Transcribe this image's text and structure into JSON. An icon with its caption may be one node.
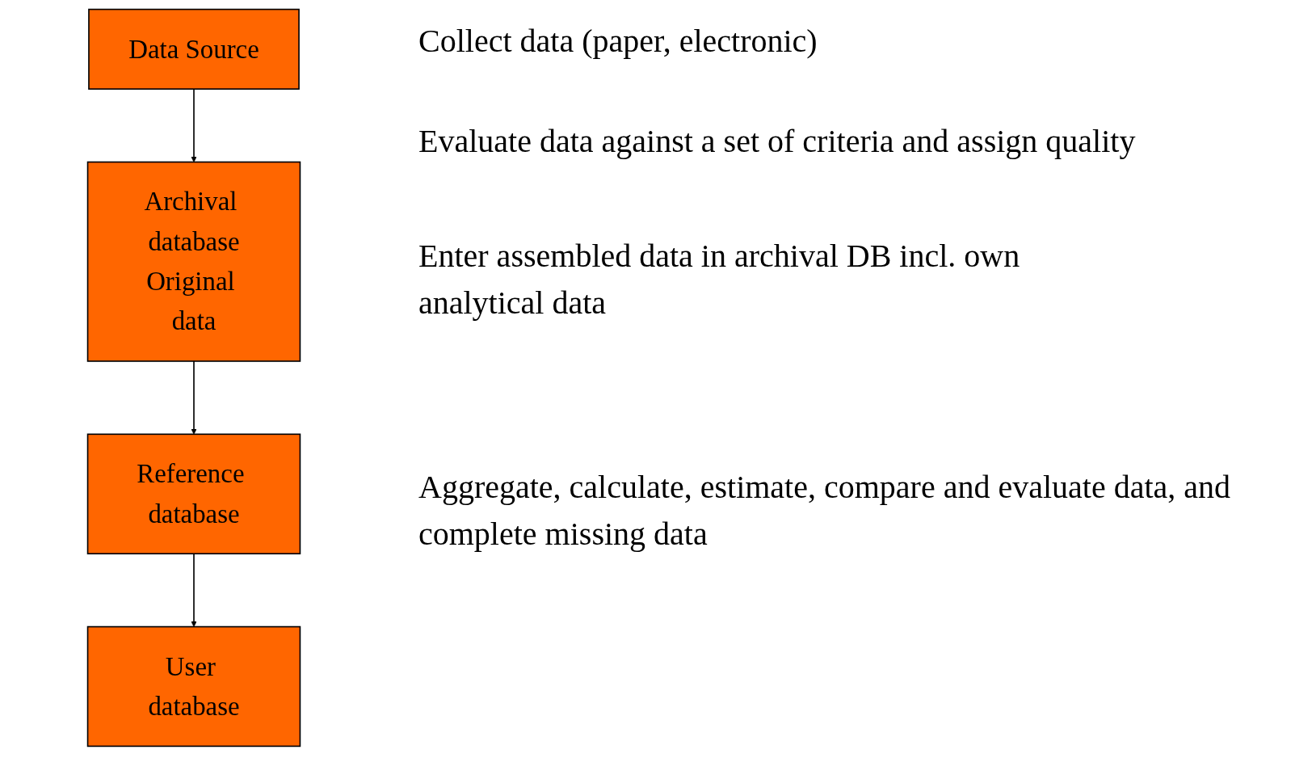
{
  "diagram": {
    "nodes": [
      {
        "text": [
          "Data Source"
        ]
      },
      {
        "text": [
          "Archival database",
          "Original data"
        ]
      },
      {
        "text": [
          "Reference database"
        ]
      },
      {
        "text": [
          "User database"
        ]
      }
    ],
    "edges": [
      {
        "from": 0,
        "to": 1,
        "arrow": "to"
      },
      {
        "from": 1,
        "to": 2,
        "arrow": "to"
      },
      {
        "from": 2,
        "to": 3,
        "arrow": "to"
      }
    ],
    "labels": [
      "Collect data (paper, electronic)",
      "Evaluate data against a set of criteria and assign quality",
      "Enter assembled data in archival DB incl. own analytical data",
      "Aggregate, calculate, estimate, compare and evaluate data, and complete missing data"
    ]
  }
}
